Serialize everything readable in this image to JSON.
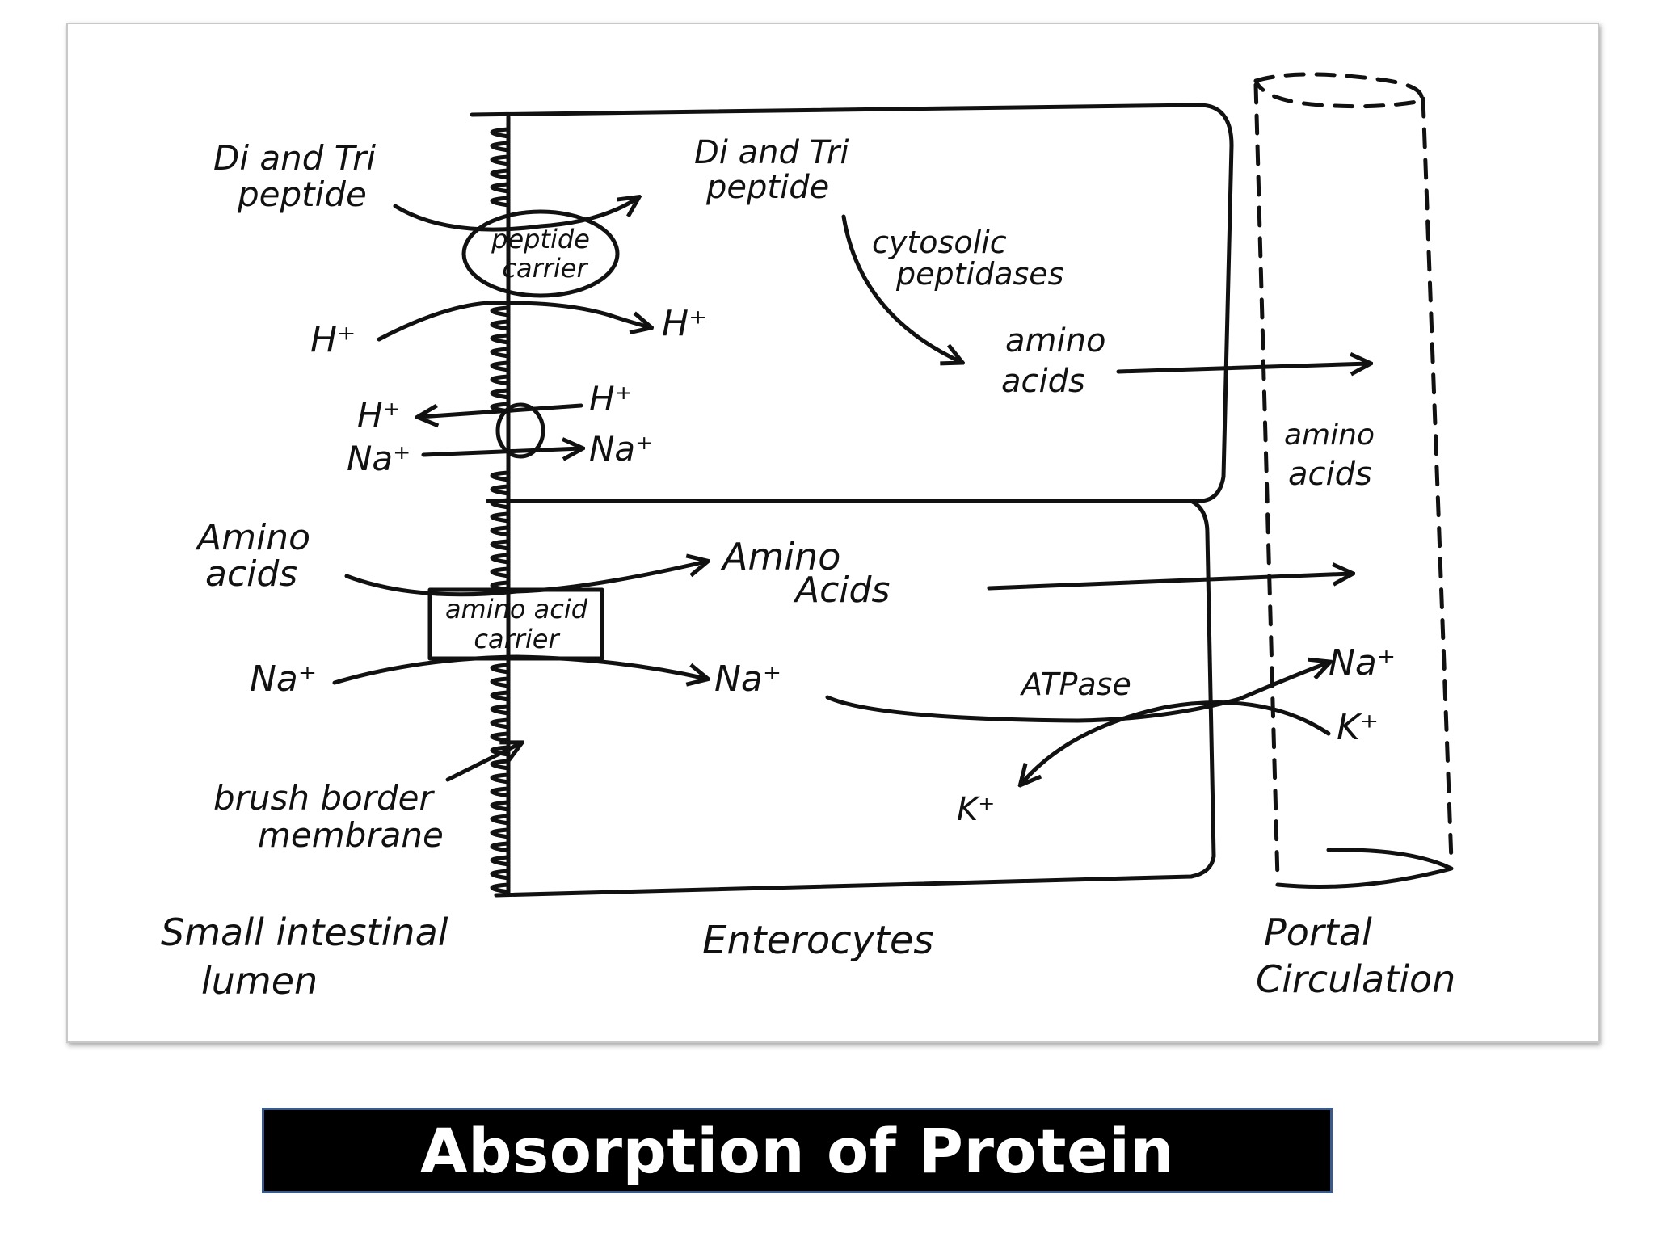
{
  "title": "Absorption of Protein",
  "labels": {
    "lumen_di_tri": [
      "Di and Tri",
      "peptide"
    ],
    "cell_di_tri": [
      "Di and Tri",
      "peptide"
    ],
    "peptide_carrier": [
      "peptide",
      "carrier"
    ],
    "cytosolic_peptidases": [
      "cytosolic",
      "peptidases"
    ],
    "h_lumen_in": "H⁺",
    "h_cell_out": "H⁺",
    "h_exchanger_left": "H⁺",
    "h_exchanger_right": "H⁺",
    "na_exchanger_left": "Na⁺",
    "na_exchanger_right": "Na⁺",
    "amino_acids_cell_top": [
      "amino",
      "acids"
    ],
    "amino_acids_portal": [
      "amino",
      "acids"
    ],
    "amino_acids_lumen": [
      "Amino",
      "acids"
    ],
    "amino_acids_cell": [
      "Amino",
      "Acids"
    ],
    "amino_acid_carrier": [
      "amino acid",
      "carrier"
    ],
    "na_lumen": "Na⁺",
    "na_cell": "Na⁺",
    "atpase": "ATPase",
    "na_portal": "Na⁺",
    "k_portal": "K⁺",
    "k_cell": "K⁺",
    "brush_border": [
      "brush border",
      "membrane"
    ],
    "lumen_region": [
      "Small intestinal",
      "lumen"
    ],
    "enterocytes_region": "Enterocytes",
    "portal_region": [
      "Portal",
      "Circulation"
    ]
  },
  "colors": {
    "title_bar": "#000000",
    "title_text": "#ffffff",
    "title_border": "#3a5a8c",
    "ink": "#111111"
  }
}
